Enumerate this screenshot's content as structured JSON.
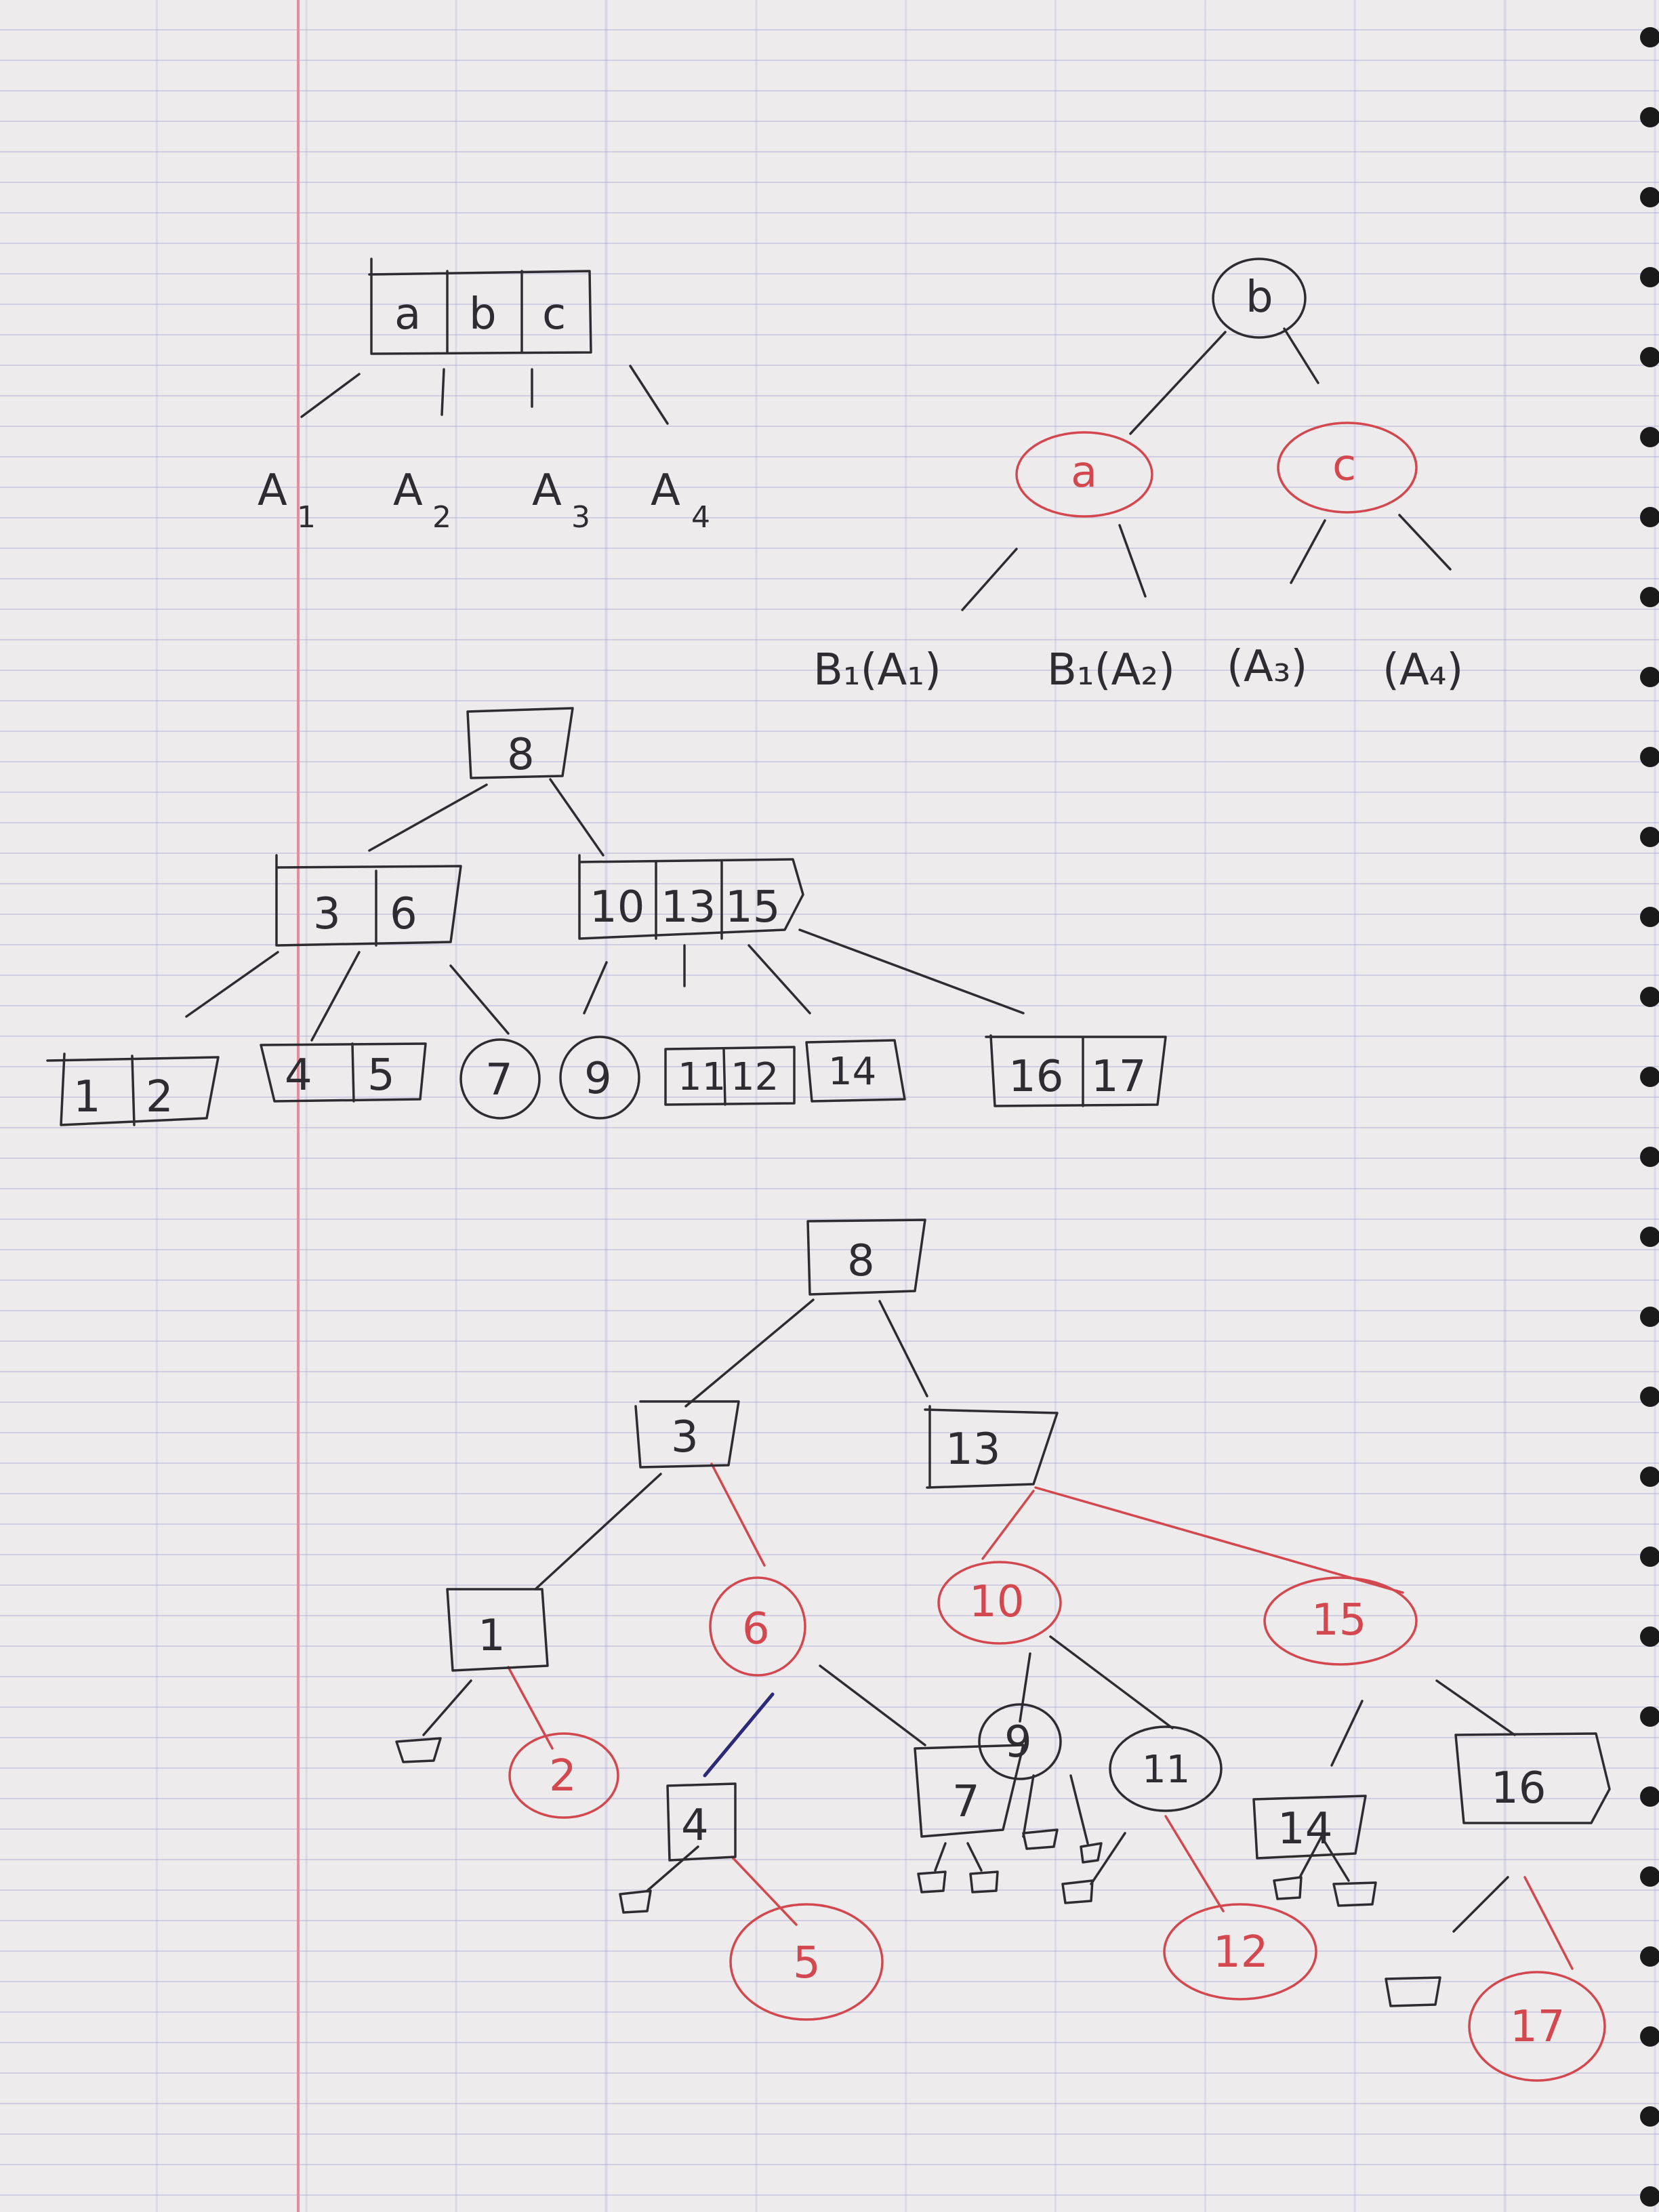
{
  "colors": {
    "ink_black": "#2e2c30",
    "ink_red": "#d2484e",
    "paper": "#eeebed",
    "margin": "#e88a9a"
  },
  "diagram1": {
    "node_keys": [
      "a",
      "b",
      "c"
    ],
    "children": [
      "A",
      "A",
      "A",
      "A"
    ],
    "subscripts": [
      "1",
      "2",
      "3",
      "4"
    ]
  },
  "diagram2": {
    "root": "b",
    "left": "a",
    "right": "c",
    "leaf1": "B₁(A₁)",
    "leaf2": "B₁(A₂)",
    "leaf3": "(A₃)",
    "leaf4": "(A₄)"
  },
  "diagram3": {
    "root": "8",
    "left_keys": [
      "3",
      "6"
    ],
    "right_keys": [
      "10",
      "13",
      "15"
    ],
    "leaf_12": [
      "1",
      "2"
    ],
    "leaf_45": [
      "4",
      "5"
    ],
    "leaf_7": "7",
    "leaf_9": "9",
    "leaf_1112": [
      "11",
      "12"
    ],
    "leaf_14": "14",
    "leaf_1617": [
      "16",
      "17"
    ]
  },
  "diagram4": {
    "n8": "8",
    "n3": "3",
    "n13": "13",
    "n1": "1",
    "n6": "6",
    "n10": "10",
    "n15": "15",
    "n2": "2",
    "n4": "4",
    "n7": "7",
    "n9": "9",
    "n11": "11",
    "n14": "14",
    "n16": "16",
    "n5": "5",
    "n12": "12",
    "n17": "17"
  }
}
